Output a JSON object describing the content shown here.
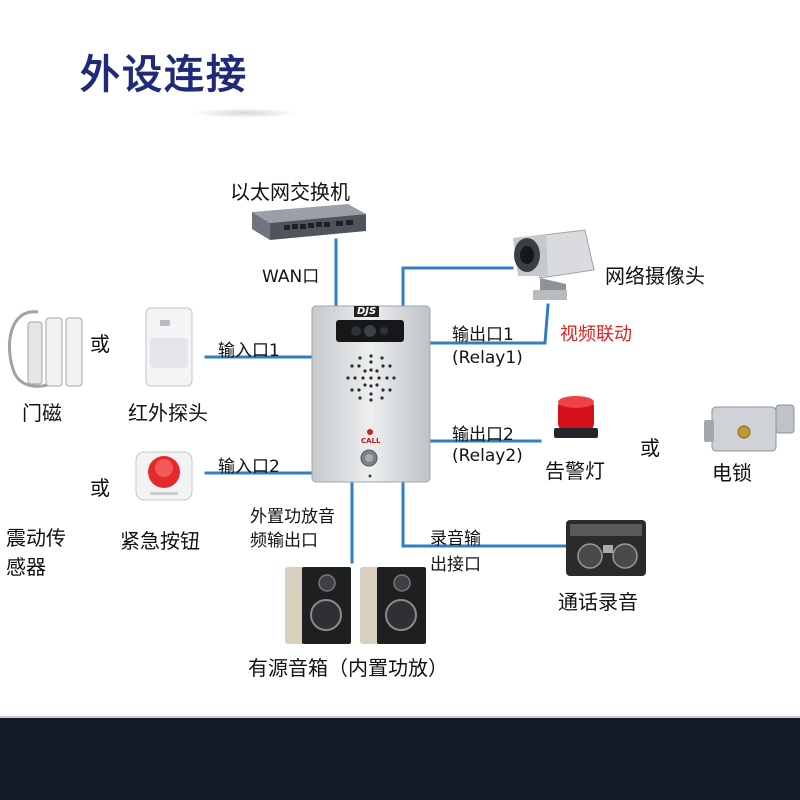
{
  "title": "外设连接",
  "device": {
    "brand": "DJS",
    "call": "CALL"
  },
  "labels": {
    "switch": "以太网交换机",
    "wan": "WAN口",
    "camera": "网络摄像头",
    "video_link": "视频联动",
    "or1": "或",
    "door_magnet": "门磁",
    "ir_probe": "红外探头",
    "input1": "输入口1",
    "output1": "输出口1",
    "relay1": "(Relay1)",
    "output2": "输出口2",
    "relay2": "(Relay2)",
    "alarm_light": "告警灯",
    "or_lock": "或",
    "electric_lock": "电锁",
    "or2": "或",
    "input2": "输入口2",
    "vibration_line1": "震动传",
    "vibration_line2": "感器",
    "emergency_button": "紧急按钮",
    "amp_out_line1": "外置功放音",
    "amp_out_line2": "频输出口",
    "rec_out_line1": "录音输",
    "rec_out_line2": "出接口",
    "call_recording": "通话录音",
    "speakers": "有源音箱（内置功放）"
  },
  "colors": {
    "title": "#1f2a78",
    "connector": "#2f7fc4",
    "highlight": "#e02020",
    "footer": "#111b27"
  }
}
